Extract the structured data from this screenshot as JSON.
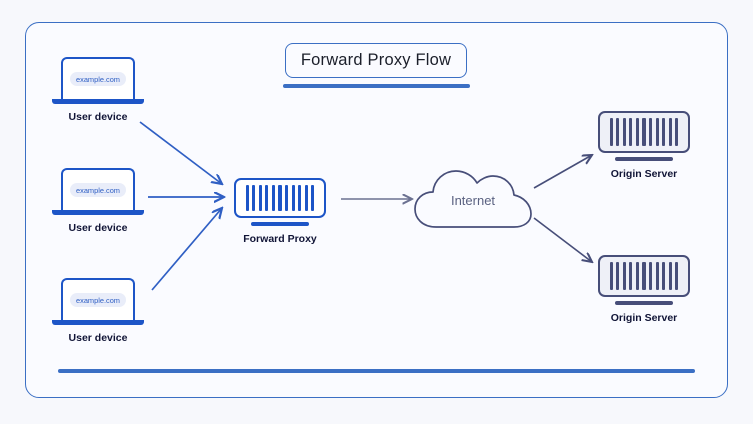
{
  "diagram": {
    "title": "Forward Proxy Flow",
    "background_color": "#f7f8fc",
    "card_border_color": "#3b6fc4",
    "accent_blue": "#1d55c7",
    "accent_slate": "#474e79",
    "nodes": {
      "user_devices": [
        {
          "label": "User device",
          "screen_text": "example.com"
        },
        {
          "label": "User device",
          "screen_text": "example.com"
        },
        {
          "label": "User device",
          "screen_text": "example.com"
        }
      ],
      "proxy": {
        "label": "Forward Proxy",
        "bars": 11
      },
      "internet": {
        "label": "Internet"
      },
      "origin_servers": [
        {
          "label": "Origin Server",
          "bars": 11
        },
        {
          "label": "Origin Server",
          "bars": 11
        }
      ]
    },
    "flow": [
      {
        "from": "User device",
        "to": "Forward Proxy",
        "color": "#2f5fc4"
      },
      {
        "from": "User device",
        "to": "Forward Proxy",
        "color": "#2f5fc4"
      },
      {
        "from": "User device",
        "to": "Forward Proxy",
        "color": "#2f5fc4"
      },
      {
        "from": "Forward Proxy",
        "to": "Internet",
        "color": "#6b7191"
      },
      {
        "from": "Internet",
        "to": "Origin Server",
        "color": "#474e79"
      },
      {
        "from": "Internet",
        "to": "Origin Server",
        "color": "#474e79"
      }
    ]
  }
}
